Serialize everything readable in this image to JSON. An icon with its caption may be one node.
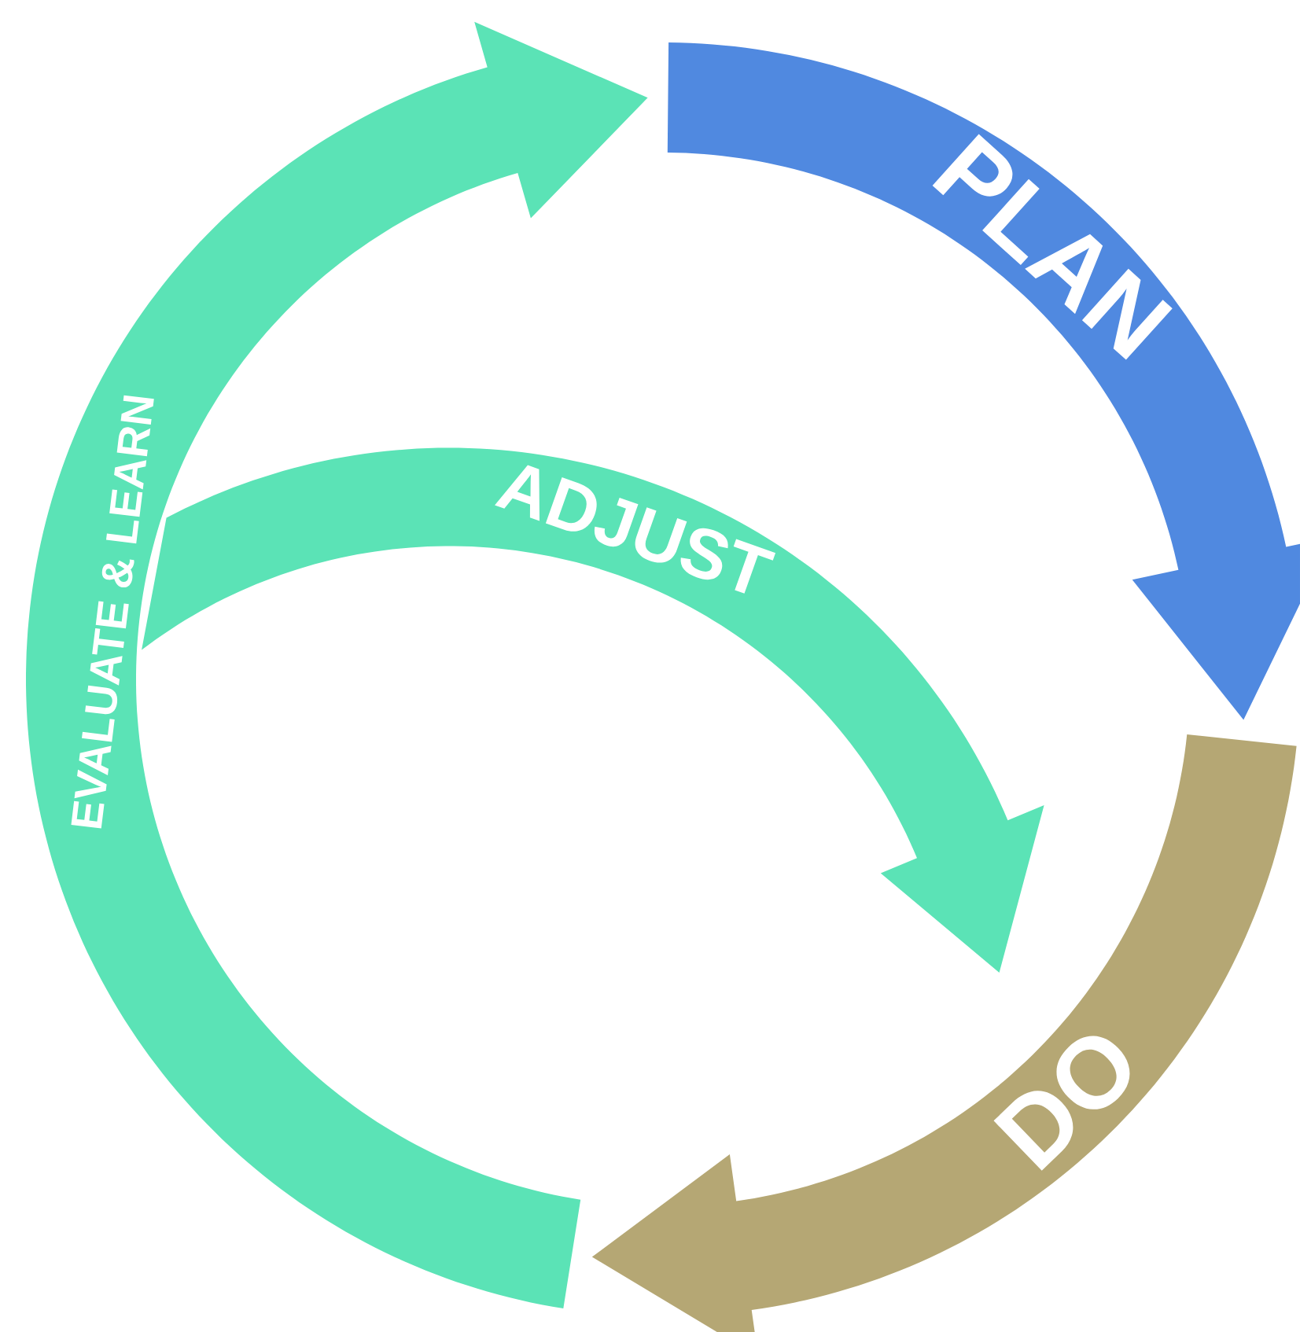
{
  "diagram": {
    "nodes": [
      {
        "text": [
          "PLAN"
        ]
      },
      {
        "text": [
          "DO"
        ]
      },
      {
        "text": [
          "EVALUATE & LEARN"
        ]
      },
      {
        "text": [
          "ADJUST"
        ]
      }
    ]
  }
}
